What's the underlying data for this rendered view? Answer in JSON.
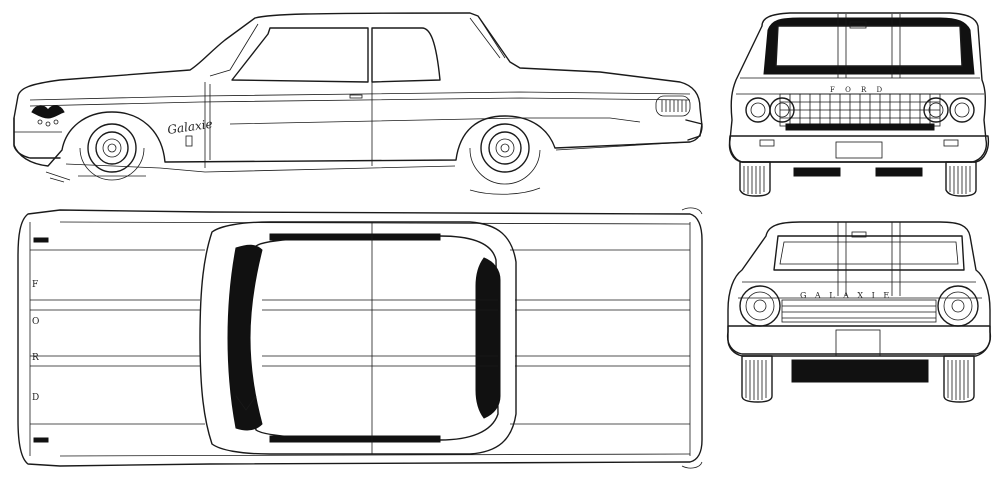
{
  "diagram": {
    "views": [
      "side",
      "top",
      "front",
      "rear"
    ],
    "labels": {
      "side_script": "Galaxie",
      "hood_letters": [
        "F",
        "O",
        "R",
        "D"
      ],
      "front_grille_letters": "F O R D",
      "rear_trim_letters": "G A L A X I E"
    },
    "colors": {
      "line": "#1a1a1a",
      "background": "#ffffff"
    }
  }
}
